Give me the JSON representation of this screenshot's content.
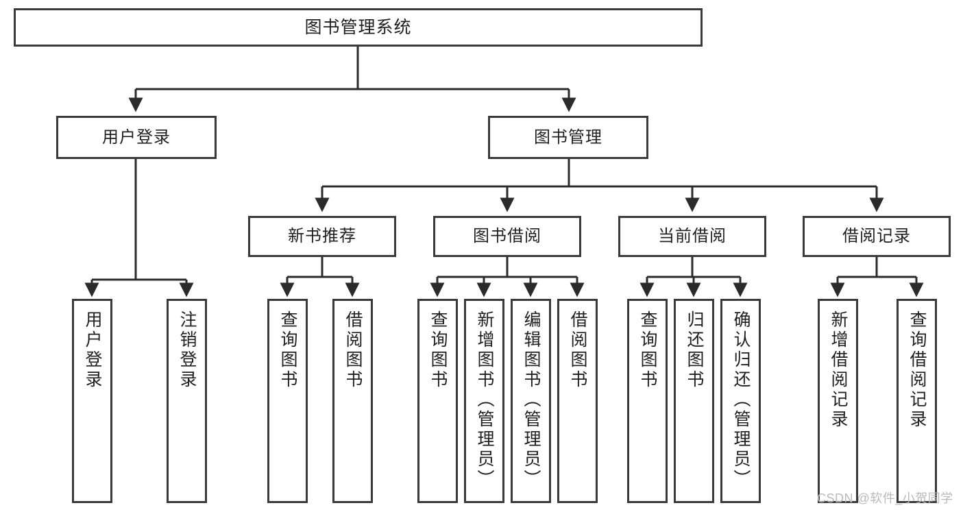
{
  "diagram": {
    "type": "tree-hierarchy-chart",
    "title_node": {
      "label": "图书管理系统"
    },
    "colors": {
      "box_stroke": "#3a3a3a",
      "box_fill": "#ffffff",
      "connector": "#2b2b2b",
      "text": "#1f1f1f",
      "watermark": "#b9b9b9"
    },
    "level2": [
      {
        "id": "user-login",
        "label": "用户登录"
      },
      {
        "id": "book-management",
        "label": "图书管理"
      }
    ],
    "level3": [
      {
        "id": "new-book-recommend",
        "label": "新书推荐",
        "parent": "book-management"
      },
      {
        "id": "book-borrow",
        "label": "图书借阅",
        "parent": "book-management"
      },
      {
        "id": "current-borrow",
        "label": "当前借阅",
        "parent": "book-management"
      },
      {
        "id": "borrow-record",
        "label": "借阅记录",
        "parent": "book-management"
      }
    ],
    "leaves": [
      {
        "id": "leaf-user-login",
        "label": "用户登录",
        "parent": "user-login"
      },
      {
        "id": "leaf-logout",
        "label": "注销登录",
        "parent": "user-login"
      },
      {
        "id": "leaf-query-book-1",
        "label": "查询图书",
        "parent": "new-book-recommend"
      },
      {
        "id": "leaf-borrow-book-1",
        "label": "借阅图书",
        "parent": "new-book-recommend"
      },
      {
        "id": "leaf-query-book-2",
        "label": "查询图书",
        "parent": "book-borrow"
      },
      {
        "id": "leaf-add-book",
        "label": "新增图书（管理员）",
        "parent": "book-borrow"
      },
      {
        "id": "leaf-edit-book",
        "label": "编辑图书（管理员）",
        "parent": "book-borrow"
      },
      {
        "id": "leaf-borrow-book-2",
        "label": "借阅图书",
        "parent": "book-borrow"
      },
      {
        "id": "leaf-query-book-3",
        "label": "查询图书",
        "parent": "current-borrow"
      },
      {
        "id": "leaf-return-book",
        "label": "归还图书",
        "parent": "current-borrow"
      },
      {
        "id": "leaf-confirm-return",
        "label": "确认归还（管理员）",
        "parent": "current-borrow"
      },
      {
        "id": "leaf-add-borrow-record",
        "label": "新增借阅记录",
        "parent": "borrow-record"
      },
      {
        "id": "leaf-query-borrow-record",
        "label": "查询借阅记录",
        "parent": "borrow-record"
      }
    ],
    "watermark": "CSDN @软件_小贺同学"
  }
}
